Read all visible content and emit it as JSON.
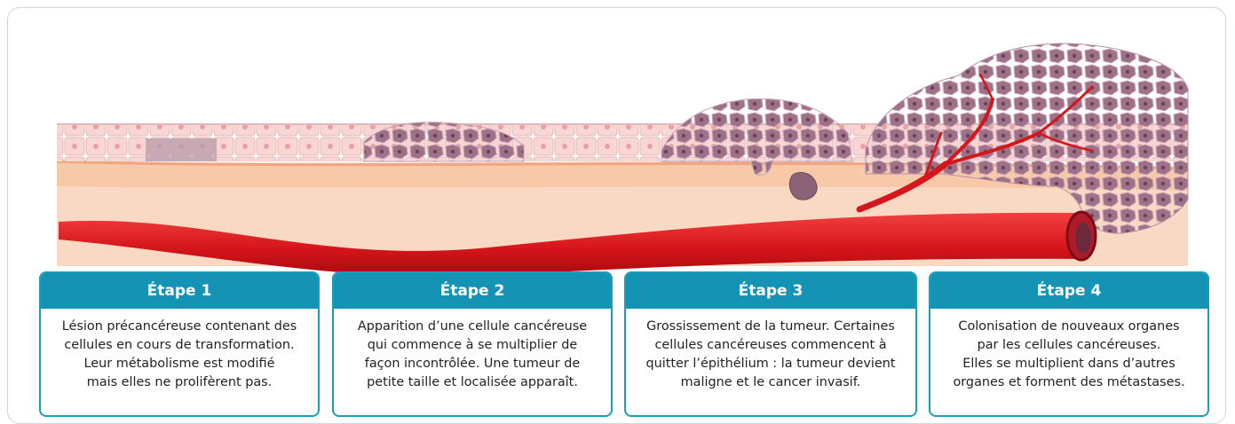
{
  "colors": {
    "accent": "#1593b5",
    "vessel": "#d6161b",
    "tissue_light": "#fce4d4",
    "tumor": "#8c5d78"
  },
  "stages": [
    {
      "title": "Étape 1",
      "lines": [
        "Lésion précancéreuse contenant des",
        "cellules en cours de transformation.",
        "Leur métabolisme est modifié",
        "mais elles ne prolifèrent pas."
      ]
    },
    {
      "title": "Étape 2",
      "lines": [
        "Apparition d’une cellule cancéreuse",
        "qui commence à se multiplier de",
        "façon incontrôlée. Une tumeur de",
        "petite taille et localisée apparaît."
      ]
    },
    {
      "title": "Étape 3",
      "lines": [
        "Grossissement de la tumeur. Certaines",
        "cellules cancéreuses commencent à",
        "quitter l’épithélium : la tumeur devient",
        "maligne et le cancer invasif."
      ]
    },
    {
      "title": "Étape 4",
      "lines": [
        "Colonisation de nouveaux organes",
        "par les cellules cancéreuses.",
        "Elles se multiplient dans d’autres",
        "organes et forment des métastases."
      ]
    }
  ]
}
